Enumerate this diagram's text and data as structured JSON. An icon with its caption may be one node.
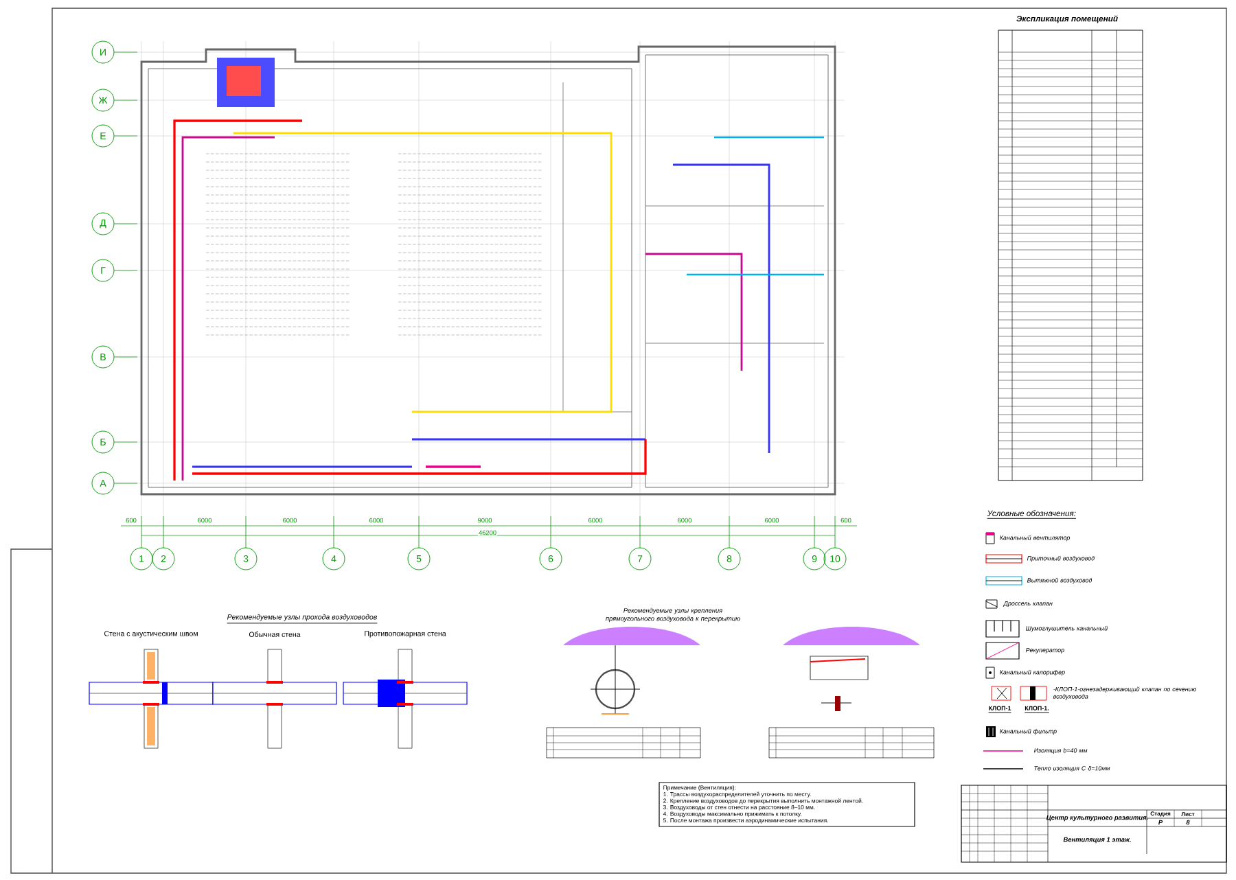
{
  "diagram": {
    "nodes": [
      {
        "text": [
          "1"
        ]
      },
      {
        "text": [
          "2"
        ]
      },
      {
        "text": [
          "3"
        ]
      },
      {
        "text": [
          "4"
        ]
      },
      {
        "text": [
          "5"
        ]
      },
      {
        "text": [
          "6"
        ]
      },
      {
        "text": [
          "7"
        ]
      },
      {
        "text": [
          "8"
        ]
      },
      {
        "text": [
          "9"
        ]
      },
      {
        "text": [
          "10"
        ]
      },
      {
        "text": [
          "И"
        ]
      },
      {
        "text": [
          "Ж"
        ]
      },
      {
        "text": [
          "Е"
        ]
      },
      {
        "text": [
          "Д"
        ]
      },
      {
        "text": [
          "Г"
        ]
      },
      {
        "text": [
          "В"
        ]
      },
      {
        "text": [
          "Б"
        ]
      },
      {
        "text": [
          "А"
        ]
      }
    ],
    "labels": [
      "Экспликация помещений",
      "Условные обозначения:",
      "КЛОП-1",
      "КЛОП-1.",
      "Рекомендуемые узлы прохода воздуховодов",
      "Стена с акустическим швом",
      "Обычная стена",
      "Противопожарная стена",
      "Рекомендуемые узлы крепления прямоугольного воздуховода к перекрытию",
      "Примечание (Вентиляция):",
      "1. Трассы воздухораспределителей уточнить по месту.",
      "2. Крепление воздуховодов до перекрытия выполнить монтажной лентой.",
      "3. Воздуховоды от стен отнести на расстояние 8–10 мм.",
      "4. Воздуховоды максимально прижимать к потолку.",
      "5. После монтажа произвести аэродинамические испытания.",
      "Центр культурного развития.",
      "Вентиляция 1 этаж.",
      "Стадия",
      "Лист",
      "Р",
      "8",
      "600",
      "6000",
      "6000",
      "6000",
      "9000",
      "6000",
      "6000",
      "6000",
      "600",
      "46200"
    ],
    "legend": [
      {
        "text": "Канальный вентилятор"
      },
      {
        "text": "Приточный воздуховод"
      },
      {
        "text": "Вытяжной воздуховод"
      },
      {
        "text": "Дроссель клапан"
      },
      {
        "text": "Шумоглушитель канальный"
      },
      {
        "text": "Рекуператор"
      },
      {
        "text": "Канальный калорифер"
      },
      {
        "text": "-КЛОП-1-огнезадерживающий клапан по сечению воздуховода"
      },
      {
        "text": "Канальный фильтр"
      },
      {
        "text": "Изоляция b=40 мм"
      },
      {
        "text": "Тепло изоляция С δ=10мм"
      }
    ]
  }
}
